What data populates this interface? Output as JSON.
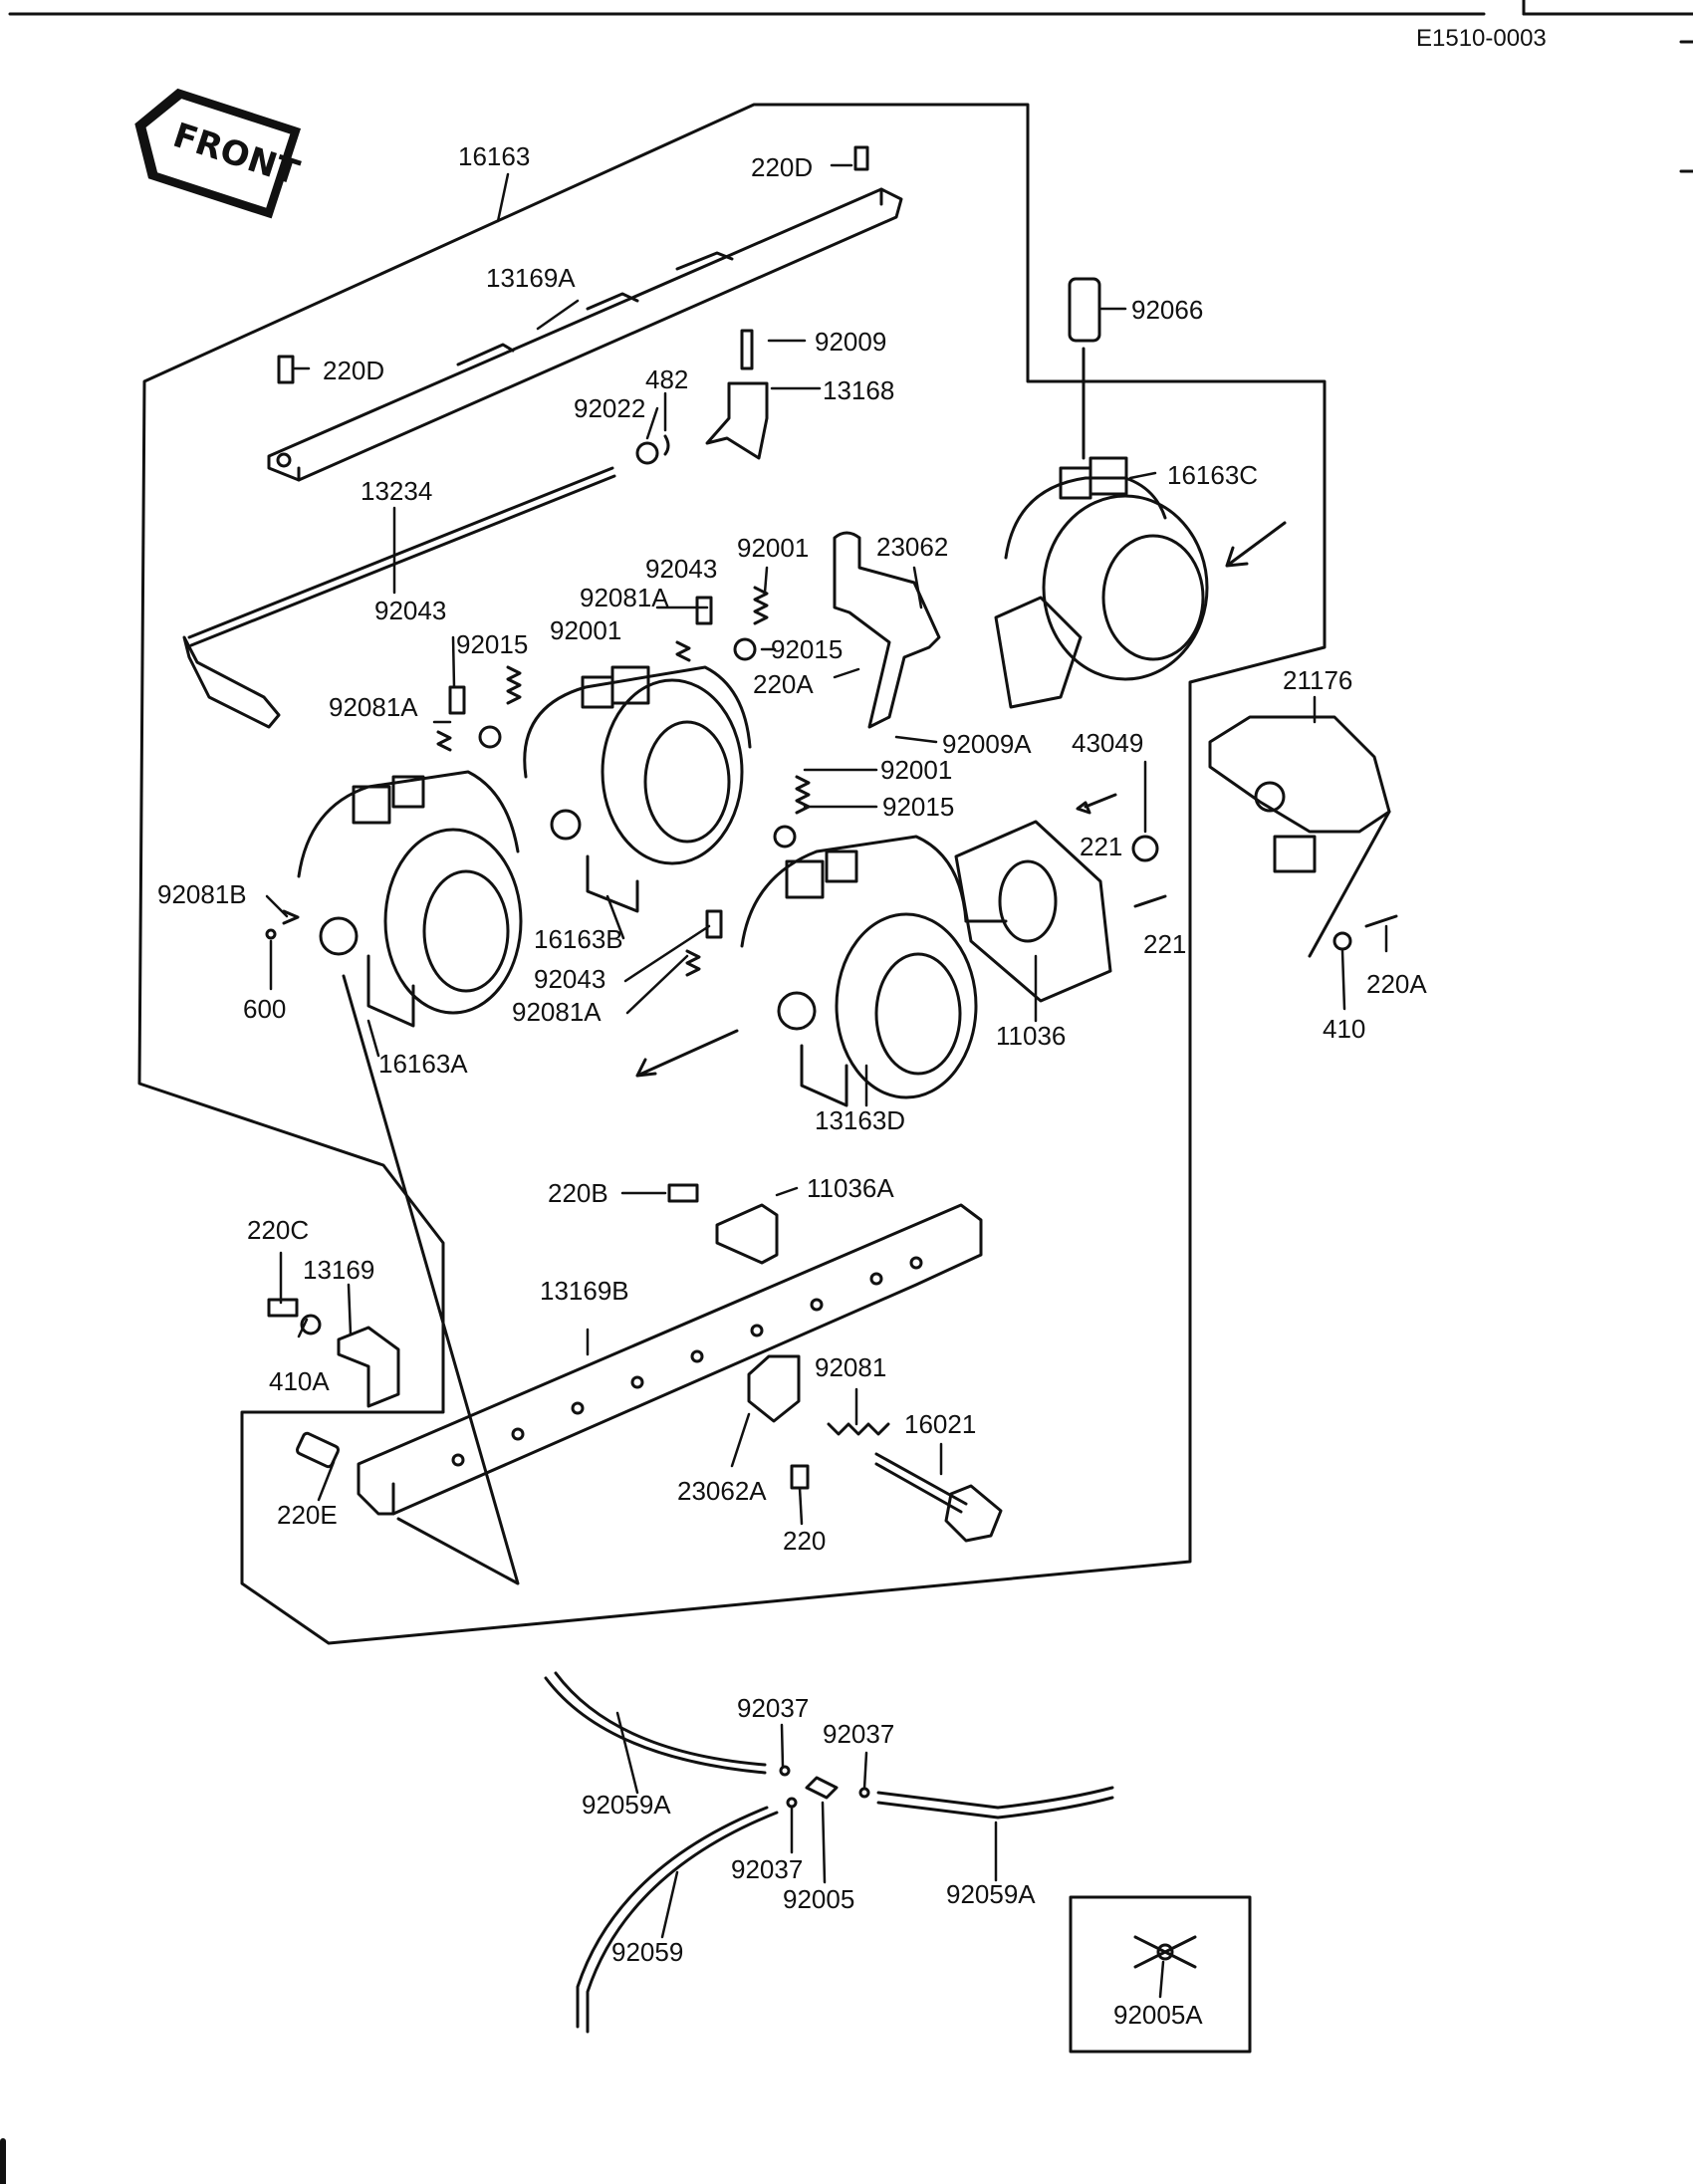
{
  "document_id": "E1510-0003",
  "front_arrow": {
    "label": "FRONT",
    "icon": "front-arrow-icon"
  },
  "colors": {
    "ink": "#111111",
    "paper": "#ffffff"
  },
  "parts": {
    "p16163": "16163",
    "p220D_top": "220D",
    "p13169A": "13169A",
    "p220D_left": "220D",
    "p92009": "92009",
    "p482": "482",
    "p92022": "92022",
    "p13168": "13168",
    "p92066": "92066",
    "p16163C": "16163C",
    "p13234": "13234",
    "p92043_a": "92043",
    "p92001_a": "92001",
    "p92081A_a": "92081A",
    "p23062": "23062",
    "p92043_b": "92043",
    "p92015_a": "92015",
    "p92001_b": "92001",
    "p92015_b": "92015",
    "p220A_a": "220A",
    "p92081A_b": "92081A",
    "p92009A": "92009A",
    "p21176": "21176",
    "p43049": "43049",
    "p92001_c": "92001",
    "p92015_c": "92015",
    "p221_a": "221",
    "p221_b": "221",
    "p92081B": "92081B",
    "p16163B": "16163B",
    "p92043_c": "92043",
    "p92081A_c": "92081A",
    "p600": "600",
    "p16163A": "16163A",
    "p11036": "11036",
    "p13163D": "13163D",
    "p410": "410",
    "p220A_b": "220A",
    "p220B": "220B",
    "p11036A": "11036A",
    "p220C": "220C",
    "p13169": "13169",
    "p13169B": "13169B",
    "p410A": "410A",
    "p92081": "92081",
    "p16021": "16021",
    "p23062A": "23062A",
    "p220E": "220E",
    "p220": "220",
    "p92037_a": "92037",
    "p92037_b": "92037",
    "p92059A_a": "92059A",
    "p92037_c": "92037",
    "p92005": "92005",
    "p92059A_b": "92059A",
    "p92059": "92059",
    "p92005A": "92005A"
  }
}
